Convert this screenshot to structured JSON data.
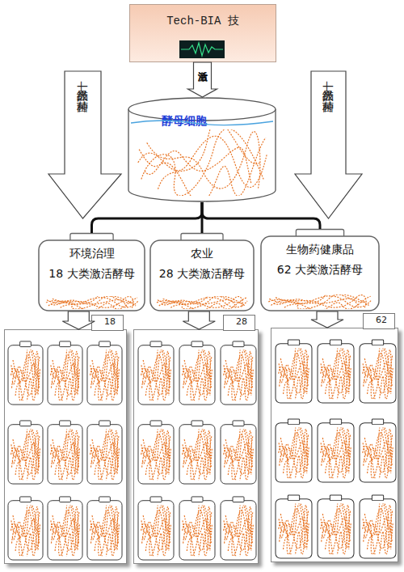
{
  "diagram": {
    "nodes": [
      {
        "text": [
          "Tech-BIA 技"
        ]
      },
      {
        "text": [
          "酵母细胞"
        ]
      },
      {
        "text": [
          "环境治理",
          "18 大类激活酵母"
        ]
      },
      {
        "text": [
          "农业",
          "28 大类激活酵母"
        ]
      },
      {
        "text": [
          "生物药健康品",
          "62 大类激活酵母"
        ]
      },
      {
        "text": [
          "18"
        ]
      },
      {
        "text": [
          "28"
        ]
      },
      {
        "text": [
          "62"
        ]
      }
    ],
    "edges": [
      {
        "from": 0,
        "to": 1,
        "arrow": "to",
        "label": "激活"
      },
      {
        "from": 1,
        "to": 2,
        "arrow": "none"
      },
      {
        "from": 1,
        "to": 3,
        "arrow": "none"
      },
      {
        "from": 1,
        "to": 4,
        "arrow": "none"
      },
      {
        "from": 2,
        "to": 5,
        "arrow": "to"
      },
      {
        "from": 3,
        "to": 6,
        "arrow": "to"
      },
      {
        "from": 4,
        "to": 7,
        "arrow": "to"
      }
    ],
    "labels": [
      "一级产品—菌种",
      "一级产品—菌种"
    ]
  }
}
